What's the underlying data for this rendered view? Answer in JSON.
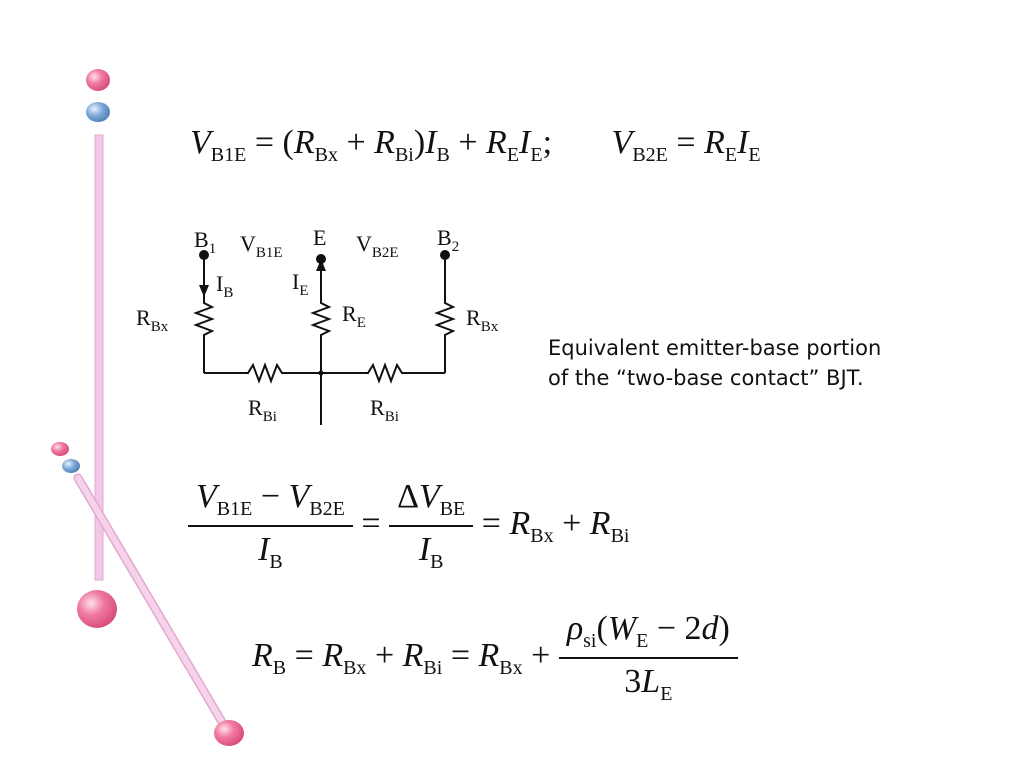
{
  "caption": {
    "line1": "Equivalent emitter-base portion",
    "line2": "of the “two-base contact” BJT."
  },
  "circuit": {
    "node_b1": "B",
    "node_b1_sub": "1",
    "node_e": "E",
    "node_b2": "B",
    "node_b2_sub": "2",
    "v_b1e": "V",
    "v_b1e_sub": "B1E",
    "v_b2e": "V",
    "v_b2e_sub": "B2E",
    "i_b": "I",
    "i_b_sub": "B",
    "i_e": "I",
    "i_e_sub": "E",
    "r_bx_left": "R",
    "r_bx_left_sub": "Bx",
    "r_e": "R",
    "r_e_sub": "E",
    "r_bx_right": "R",
    "r_bx_right_sub": "Bx",
    "r_bi_left": "R",
    "r_bi_left_sub": "Bi",
    "r_bi_right": "R",
    "r_bi_right_sub": "Bi"
  },
  "colors": {
    "pink_bead": "#f07aa0",
    "blue_bead": "#7fa8d8",
    "rod": "#f3c8e6"
  }
}
